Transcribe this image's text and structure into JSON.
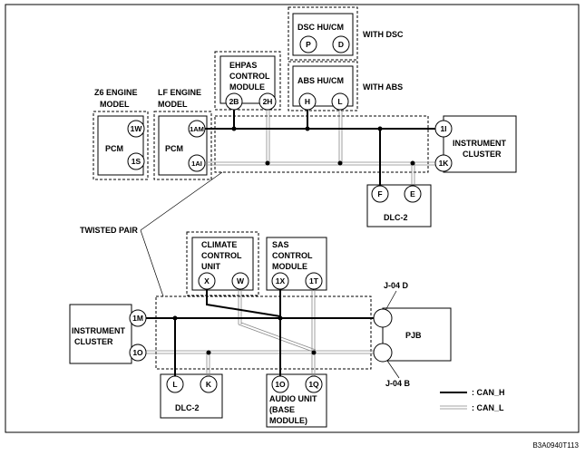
{
  "top": {
    "z6_model": [
      "Z6 ENGINE",
      "MODEL"
    ],
    "lf_model": [
      "LF ENGINE",
      "MODEL"
    ],
    "pcm_z6": {
      "name": "PCM",
      "pins": [
        "1W",
        "1S"
      ]
    },
    "pcm_lf": {
      "name": "PCM",
      "pins": [
        "1AM",
        "1AI"
      ]
    },
    "ehpas": {
      "name": [
        "EHPAS",
        "CONTROL",
        "MODULE"
      ],
      "pins": [
        "2B",
        "2H"
      ]
    },
    "dsc": {
      "name": "DSC HU/CM",
      "pins": [
        "P",
        "D"
      ],
      "with": "WITH DSC"
    },
    "abs": {
      "name": "ABS HU/CM",
      "pins": [
        "H",
        "L"
      ],
      "with": "WITH ABS"
    },
    "instrument": {
      "name": [
        "INSTRUMENT",
        "CLUSTER"
      ],
      "pins": [
        "1I",
        "1K"
      ]
    },
    "dlc2": {
      "name": "DLC-2",
      "pins": [
        "F",
        "E"
      ]
    }
  },
  "twisted_pair": "TWISTED PAIR",
  "bottom": {
    "climate": {
      "name": [
        "CLIMATE",
        "CONTROL",
        "UNIT"
      ],
      "pins": [
        "X",
        "W"
      ]
    },
    "sas": {
      "name": [
        "SAS",
        "CONTROL",
        "MODULE"
      ],
      "pins": [
        "1X",
        "1T"
      ]
    },
    "instrument": {
      "name": [
        "INSTRUMENT",
        "CLUSTER"
      ],
      "pins": [
        "1M",
        "1O"
      ]
    },
    "dlc2": {
      "name": "DLC-2",
      "pins": [
        "L",
        "K"
      ]
    },
    "audio": {
      "name": [
        "AUDIO UNIT",
        "(BASE",
        "MODULE)"
      ],
      "pins": [
        "1O",
        "1Q"
      ]
    },
    "pjb": {
      "name": "PJB"
    },
    "j04d": "J-04 D",
    "j04b": "J-04 B"
  },
  "legend": {
    "can_h": ": CAN_H",
    "can_l": ": CAN_L"
  },
  "code": "B3A0940T113"
}
